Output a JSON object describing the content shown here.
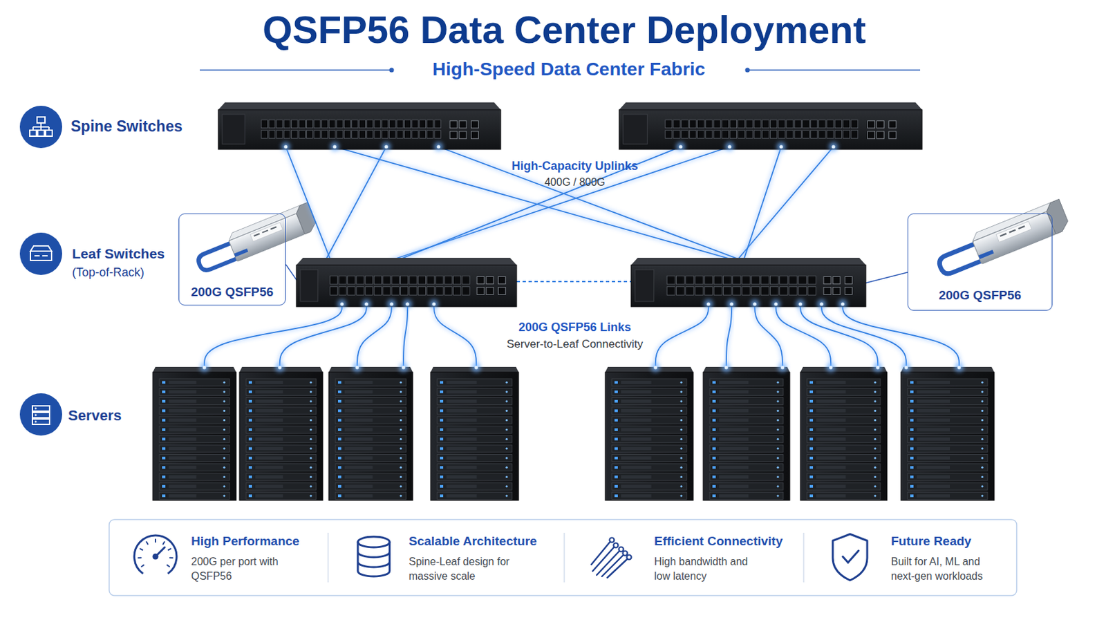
{
  "diagram": {
    "title": "QSFP56 Data Center Deployment",
    "nodes": [
      {
        "text": [
          "200G QSFP56"
        ]
      },
      {
        "text": [
          "200G QSFP56"
        ]
      },
      {
        "text": [
          "High Performance",
          "200G per port with QSFP56"
        ]
      },
      {
        "text": [
          "Scalable Architecture",
          "Spine-Leaf design for massive scale"
        ]
      },
      {
        "text": [
          "Efficient Connectivity",
          "High bandwidth and low latency"
        ]
      },
      {
        "text": [
          "Future Ready",
          "Built for AI, ML and next-gen workloads"
        ]
      }
    ],
    "labels": [
      "High-Speed Data Center Fabric",
      "Spine Switches",
      "Leaf Switches",
      "(Top-of-Rack)",
      "Servers",
      "High-Capacity Uplinks",
      "400G / 800G",
      "200G QSFP56 Links",
      "Server-to-Leaf Connectivity"
    ]
  }
}
